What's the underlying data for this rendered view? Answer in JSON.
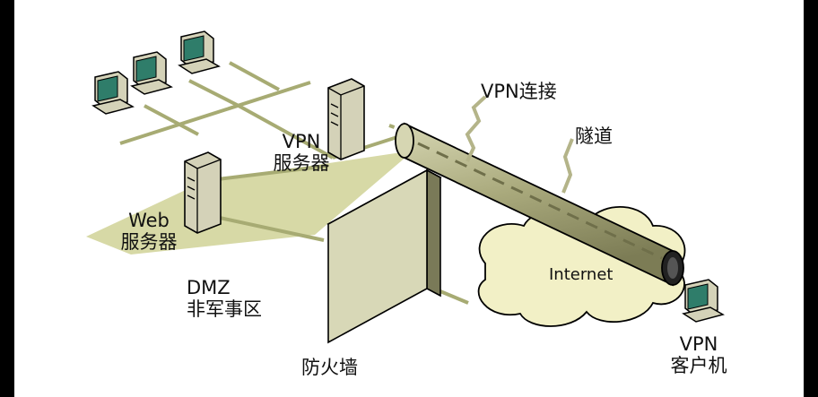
{
  "labels": {
    "vpn_connection": "VPN连接",
    "tunnel": "隧道",
    "vpn_server_line1": "VPN",
    "vpn_server_line2": "服务器",
    "web_server_line1": "Web",
    "web_server_line2": "服务器",
    "dmz_line1": "DMZ",
    "dmz_line2": "非军事区",
    "firewall": "防火墙",
    "internet": "Internet",
    "vpn_client_line1": "VPN",
    "vpn_client_line2": "客户机"
  },
  "colors": {
    "background": "#ffffff",
    "frame": "#000000",
    "dmz_zone": "#d7d9a6",
    "network_line": "#a7ab73",
    "tunnel": "#b4b489",
    "cloud": "#f2f0c6",
    "firewall": "#d8d8b7",
    "device": "#d4d2b8",
    "screen": "#2f7d6a"
  }
}
